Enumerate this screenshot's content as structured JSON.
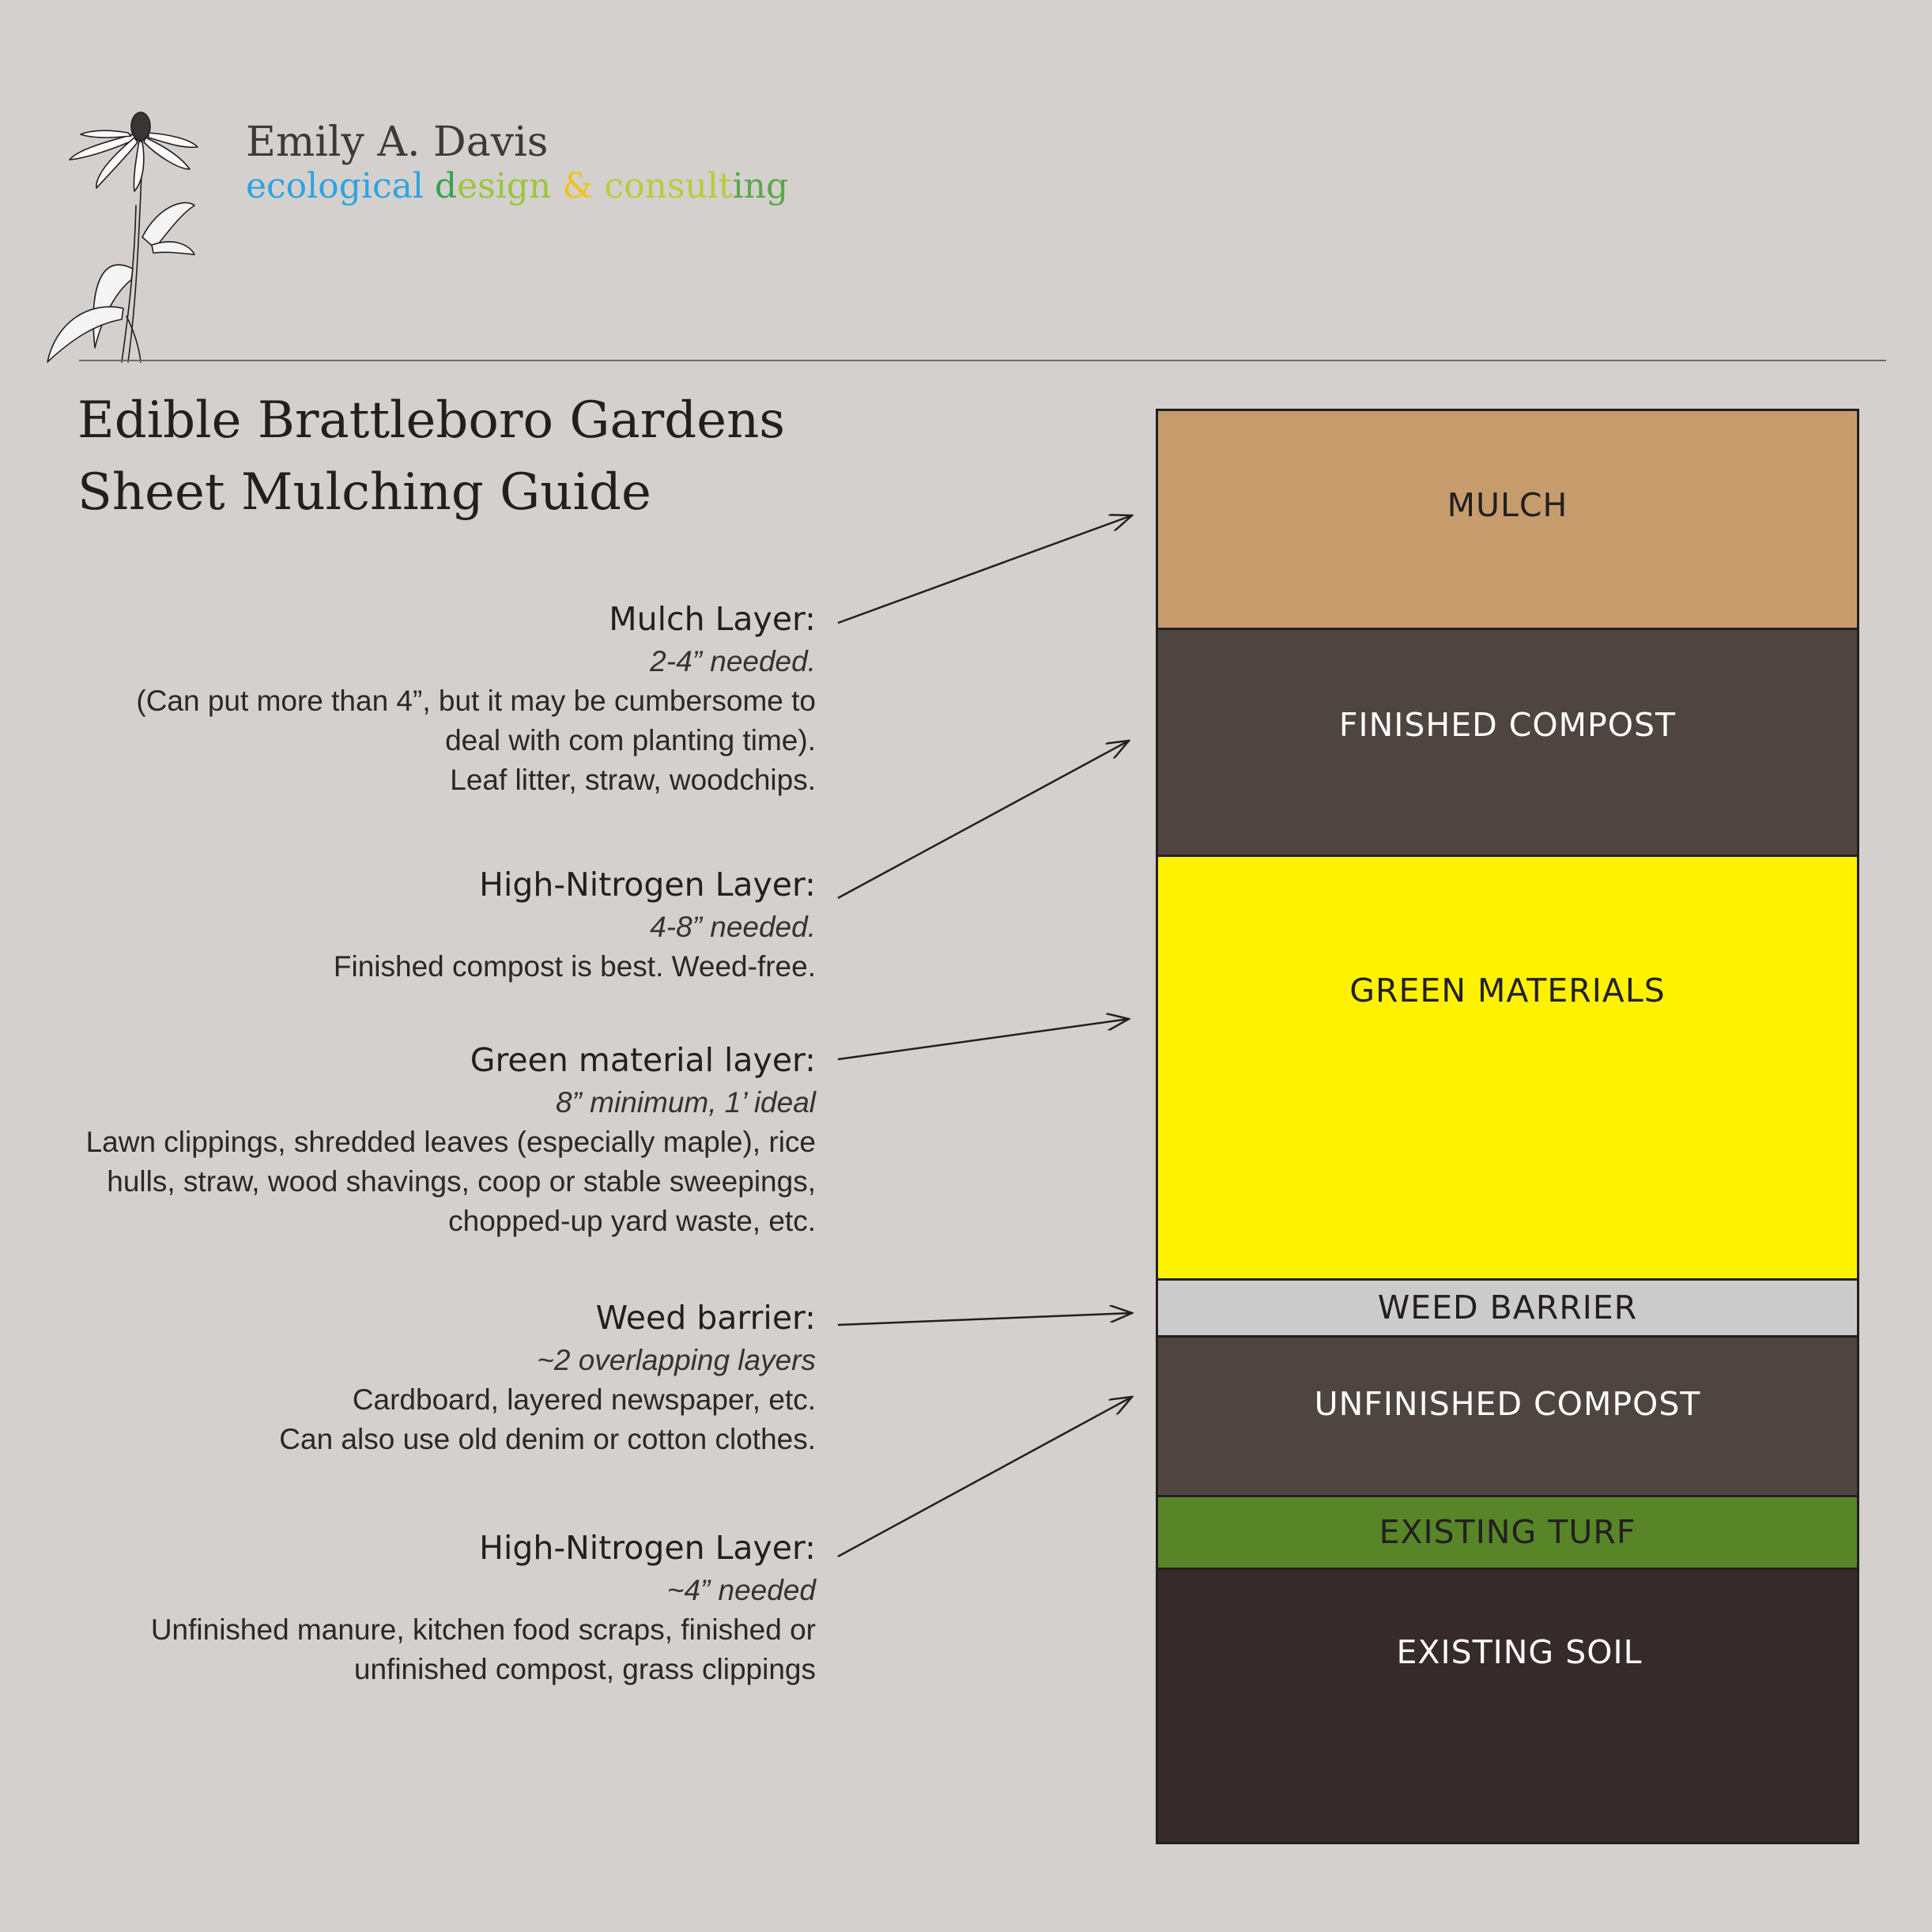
{
  "header": {
    "name": "Emily A. Davis",
    "tagline_parts": [
      {
        "text": "ecological ",
        "color": "#2fa3e0"
      },
      {
        "text": "d",
        "color": "#3aa14a"
      },
      {
        "text": "esign ",
        "color": "#9bc53d"
      },
      {
        "text": "& ",
        "color": "#f2c21b"
      },
      {
        "text": "consult",
        "color": "#b8cc3a"
      },
      {
        "text": "ing",
        "color": "#5aa84a"
      }
    ],
    "logo_icon": "coneflower-drawing-icon"
  },
  "title": {
    "line1": "Edible Brattleboro Gardens",
    "line2": "Sheet Mulching Guide"
  },
  "notes": [
    {
      "heading": "Mulch Layer:",
      "requirement": "2-4” needed.",
      "lines": [
        "(Can put more than 4”, but it may be cumbersome to",
        "deal with com planting time).",
        "Leaf litter, straw, woodchips."
      ]
    },
    {
      "heading": "High-Nitrogen Layer:",
      "requirement": "4-8” needed.",
      "lines": [
        "Finished compost is best. Weed-free."
      ]
    },
    {
      "heading": "Green material layer:",
      "requirement": "8” minimum, 1’ ideal",
      "lines": [
        "Lawn clippings, shredded leaves (especially maple), rice",
        "hulls, straw, wood shavings, coop or stable sweepings,",
        "chopped-up yard waste, etc."
      ]
    },
    {
      "heading": "Weed barrier:",
      "requirement": "~2 overlapping layers",
      "lines": [
        "Cardboard, layered newspaper, etc.",
        "Can also use old denim or cotton clothes."
      ]
    },
    {
      "heading": "High-Nitrogen Layer:",
      "requirement": "~4” needed",
      "lines": [
        "Unfinished manure, kitchen food scraps, finished or",
        "unfinished compost, grass clippings"
      ]
    }
  ],
  "layers": [
    {
      "label": "MULCH",
      "fill": "#c69c6d",
      "text_color": "#231f20"
    },
    {
      "label": "FINISHED COMPOST",
      "fill": "#4f4540",
      "text_color": "#ffffff"
    },
    {
      "label": "GREEN MATERIALS",
      "fill": "#fff200",
      "text_color": "#231f20"
    },
    {
      "label": "WEED BARRIER",
      "fill": "#cccbcb",
      "text_color": "#231f20"
    },
    {
      "label": "UNFINISHED COMPOST",
      "fill": "#4f4540",
      "text_color": "#ffffff"
    },
    {
      "label": "EXISTING TURF",
      "fill": "#588527",
      "text_color": "#231f20"
    },
    {
      "label": "EXISTING SOIL",
      "fill": "#362b2a",
      "text_color": "#ffffff"
    }
  ]
}
